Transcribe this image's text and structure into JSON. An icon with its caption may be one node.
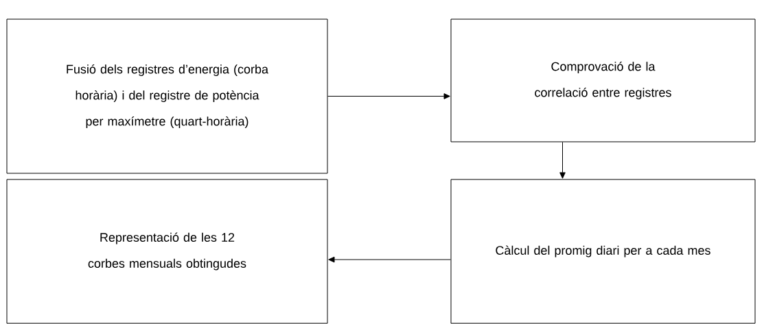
{
  "diagram": {
    "nodes": [
      {
        "text": [
          "Fusió dels registres d’energia (corba horària) i del registre de potència per maxímetre (quart-horària)"
        ]
      },
      {
        "text": [
          "Comprovació de la correlació entre registres"
        ]
      },
      {
        "text": [
          "Càlcul del promig diari per a cada mes"
        ]
      },
      {
        "text": [
          "Representació de les 12 corbes mensuals obtingudes"
        ]
      }
    ],
    "edges": [
      {
        "from": 0,
        "to": 1,
        "arrow": "to"
      },
      {
        "from": 1,
        "to": 2,
        "arrow": "to"
      },
      {
        "from": 2,
        "to": 3,
        "arrow": "to"
      }
    ]
  }
}
